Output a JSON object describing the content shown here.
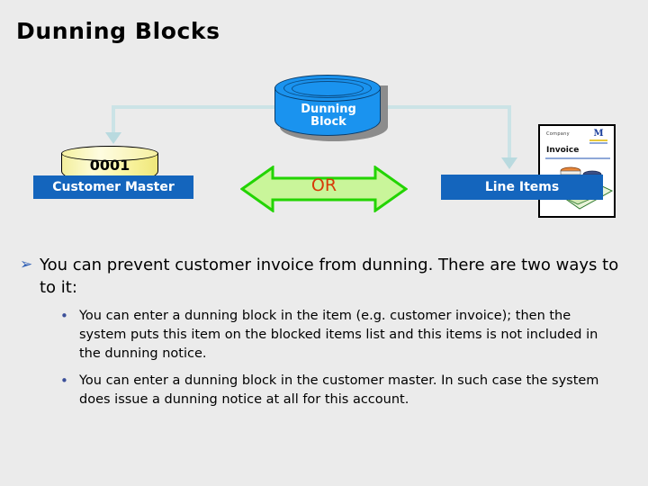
{
  "slide": {
    "title": "Dunning Blocks",
    "background_color": "#ebebeb"
  },
  "diagram": {
    "customer_master": {
      "cylinder_value": "0001",
      "bar_label": "Customer Master",
      "cylinder_color": "#fbf6a8",
      "bar_color": "#1465bd"
    },
    "dunning_block": {
      "label_line1": "Dunning",
      "label_line2": "Block",
      "cylinder_color": "#1a93ef"
    },
    "or_connector": {
      "label": "OR",
      "fill_color": "#c9f59a",
      "border_color": "#22d400",
      "text_color": "#d83a08"
    },
    "line_items": {
      "bar_label": "Line Items",
      "bar_color": "#1465bd"
    },
    "invoice_thumbnail": {
      "company_label": "Company",
      "title": "Invoice",
      "logo_letter": "M"
    },
    "connector_color": "#cbe3e6"
  },
  "body": {
    "bullet_marker_level1": "➢",
    "bullet_marker_level2": "•",
    "points": [
      {
        "level": 1,
        "text": "You can prevent customer invoice from dunning. There are two ways to to it:"
      },
      {
        "level": 2,
        "text": "You can enter a dunning block in the item (e.g. customer invoice); then the system puts this item on the blocked items list and this items is not included in the dunning notice."
      },
      {
        "level": 2,
        "text": "You can enter a dunning block in the customer master. In such case the system does issue a dunning notice at all for this account."
      }
    ]
  }
}
